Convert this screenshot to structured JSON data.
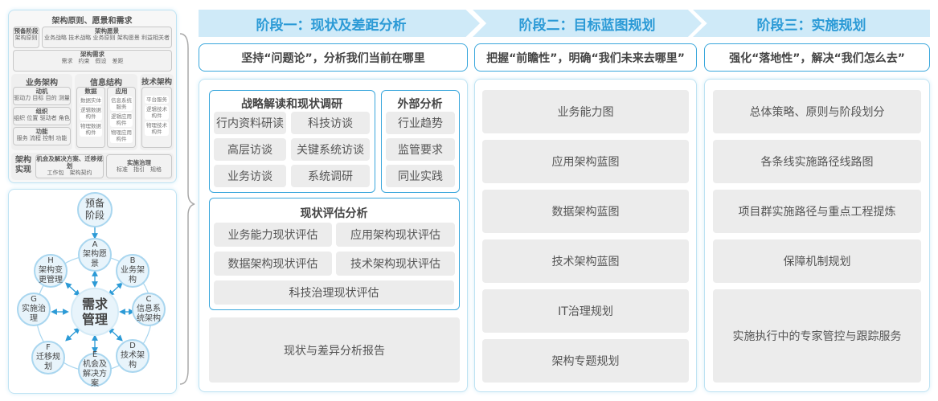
{
  "left_top": {
    "title": "架构原则、愿景和需求",
    "prep": {
      "title": "预备阶段",
      "items": "架构原则"
    },
    "vision": {
      "title": "架构愿景",
      "items": "业务战略 技术战略 业务原则 架构愿景 利益相关者"
    },
    "req": {
      "title": "架构需求",
      "items": "需求　约束　假设　差距"
    },
    "biz": {
      "title": "业务架构",
      "groups": [
        {
          "title": "动机",
          "items": "驱动力 目标 目的 测量"
        },
        {
          "title": "组织",
          "items": "组织 位置 驱动者 角色"
        },
        {
          "title": "功能",
          "items": "服务 流程 控制 功能"
        }
      ]
    },
    "info": {
      "title": "信息结构",
      "data": {
        "title": "数据",
        "items": [
          "数据实体",
          "逻辑数据构件",
          "物理数据构件"
        ]
      },
      "app": {
        "title": "应用",
        "items": [
          "信息系统服务",
          "逻辑应用构件",
          "物理应用构件"
        ]
      }
    },
    "tech": {
      "title": "技术架构",
      "items": [
        "平台服务",
        "逻辑技术构件",
        "物理技术构件"
      ]
    },
    "impl": {
      "title": "架构实现",
      "opp": {
        "title": "机会及解决方案、迁移规划",
        "items": "工作包　架构契约"
      },
      "gov": {
        "title": "实施治理",
        "items": "标准　指引　规格"
      }
    }
  },
  "cycle": {
    "prep": "预备阶段",
    "center": "需求管理",
    "nodes": [
      {
        "letter": "A",
        "label": "架构愿景"
      },
      {
        "letter": "B",
        "label": "业务架构"
      },
      {
        "letter": "C",
        "label": "信息系统架构"
      },
      {
        "letter": "D",
        "label": "技术架构"
      },
      {
        "letter": "E",
        "label": "机会及解决方案"
      },
      {
        "letter": "F",
        "label": "迁移规划"
      },
      {
        "letter": "G",
        "label": "实施治理"
      },
      {
        "letter": "H",
        "label": "架构变更管理"
      }
    ]
  },
  "stages": [
    {
      "title": "阶段一：现状及差距分析",
      "subtitle": "坚持“问题论”，分析我们当前在哪里",
      "survey": {
        "title": "战略解读和现状调研",
        "items": [
          "行内资料研读",
          "科技访谈",
          "高层访谈",
          "关键系统访谈",
          "业务访谈",
          "系统调研"
        ]
      },
      "external": {
        "title": "外部分析",
        "items": [
          "行业趋势",
          "监管要求",
          "同业实践"
        ]
      },
      "assess": {
        "title": "现状评估分析",
        "items": [
          "业务能力现状评估",
          "应用架构现状评估",
          "数据架构现状评估",
          "技术架构现状评估",
          "科技治理现状评估"
        ]
      },
      "report": "现状与差异分析报告"
    },
    {
      "title": "阶段二：目标蓝图规划",
      "subtitle": "把握“前瞻性”，明确“我们未来去哪里”",
      "items": [
        "业务能力图",
        "应用架构蓝图",
        "数据架构蓝图",
        "技术架构蓝图",
        "IT治理规划",
        "架构专题规划"
      ]
    },
    {
      "title": "阶段三：实施规划",
      "subtitle": "强化“落地性”，解决“我们怎么去”",
      "items": [
        "总体策略、原则与阶段划分",
        "各条线实施路径线路图",
        "项目群实施路径与重点工程提炼",
        "保障机制规划",
        "实施执行中的专家管控与跟踪服务"
      ]
    }
  ],
  "colors": {
    "accent": "#3aa7dc",
    "band": "#cfeaf8",
    "title": "#2b9ad6",
    "cell": "#ececec"
  }
}
